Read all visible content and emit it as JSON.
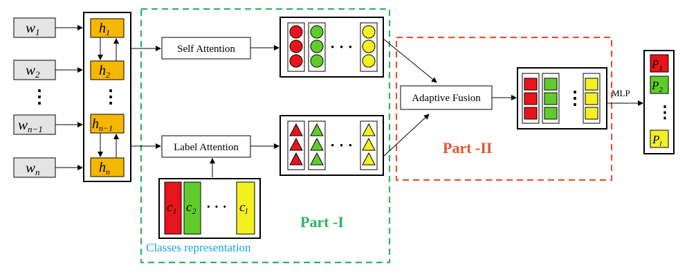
{
  "inputs": {
    "w": [
      "w",
      "w",
      "w",
      "w"
    ],
    "w_sub": [
      "1",
      "2",
      "n−1",
      "n"
    ],
    "dots": "⋮"
  },
  "hidden": {
    "h": [
      "h",
      "h",
      "h",
      "h"
    ],
    "h_sub": [
      "1",
      "2",
      "n−1",
      "n"
    ],
    "dots": "⋮"
  },
  "modules": {
    "self_attention": "Self Attention",
    "label_attention": "Label Attention",
    "adaptive_fusion": "Adaptive Fusion",
    "mlp": "MLP"
  },
  "classes": {
    "c": [
      "c",
      "c",
      "c"
    ],
    "c_sub": [
      "1",
      "2",
      "l"
    ],
    "dots": "· · ·",
    "caption": "Classes representation"
  },
  "parts": {
    "part1": "Part -I",
    "part2": "Part -II"
  },
  "outputs": {
    "p": [
      "P",
      "P",
      "P"
    ],
    "p_sub": [
      "1",
      "2",
      "l"
    ],
    "dots": "⋮"
  },
  "matrix_dots": "· · ·",
  "fused_dots": "⋮",
  "colors": {
    "red": "#e8141c",
    "green": "#60cc2c",
    "yellow": "#f4f022",
    "orange": "#f5b700",
    "gray": "#e4e4e4",
    "part1_border": "#2fb45a",
    "part2_border": "#e8532f",
    "caption": "#1aa3e8"
  }
}
